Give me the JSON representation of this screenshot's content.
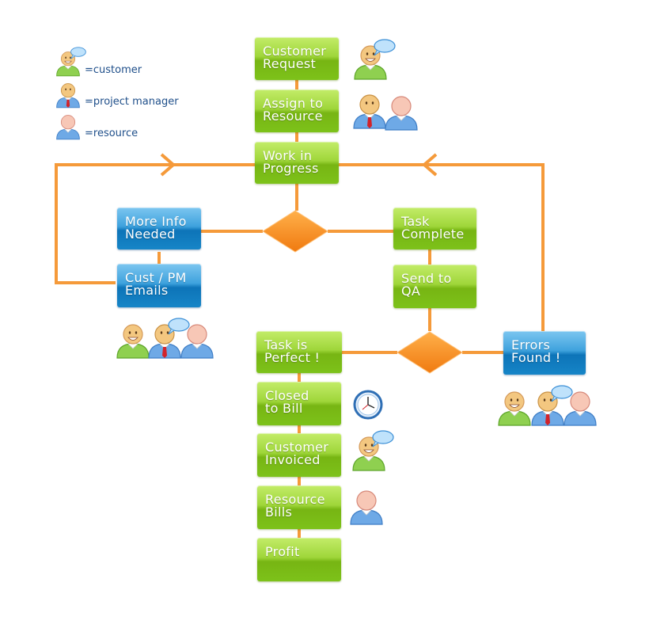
{
  "legend": {
    "customer": "=customer",
    "project_manager": "=project manager",
    "resource": "=resource"
  },
  "nodes": {
    "customer_request": "Customer\nRequest",
    "assign_to_resource": "Assign to\nResource",
    "work_in_progress": "Work in\nProgress",
    "more_info_needed": "More Info\nNeeded",
    "cust_pm_emails": "Cust / PM\nEmails",
    "task_complete": "Task\nComplete",
    "send_to_qa": "Send to\nQA",
    "task_is_perfect": "Task is\nPerfect !",
    "errors_found": "Errors\nFound !",
    "closed_to_bill": "Closed\nto Bill",
    "customer_invoiced": "Customer\nInvoiced",
    "resource_bills": "Resource\nBills",
    "profit": "Profit"
  },
  "colors": {
    "connector": "#f59a3a",
    "diamond": "#f78a1e",
    "green_box": "#8cc63f",
    "blue_box": "#1b87c9",
    "customer_shirt": "#8fd050",
    "pm_shirt": "#6ea9e6",
    "resource_shirt": "#6ea9e6",
    "legend_text": "#1f4f8a"
  },
  "icons": [
    "customer-icon",
    "project-manager-icon",
    "resource-icon",
    "clock-icon",
    "speech-bubble-icon"
  ]
}
